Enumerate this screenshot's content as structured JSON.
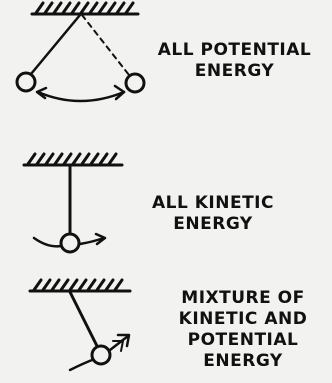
{
  "colors": {
    "ink": "#111111",
    "background": "#f2f2f0"
  },
  "panels": [
    {
      "id": "top",
      "label_lines": [
        "ALL POTENTIAL",
        "ENERGY"
      ]
    },
    {
      "id": "middle",
      "label_lines": [
        "ALL KINETIC",
        "ENERGY"
      ]
    },
    {
      "id": "bottom",
      "label_lines": [
        "MIXTURE OF",
        "KINETIC AND",
        "POTENTIAL",
        "ENERGY"
      ]
    }
  ]
}
